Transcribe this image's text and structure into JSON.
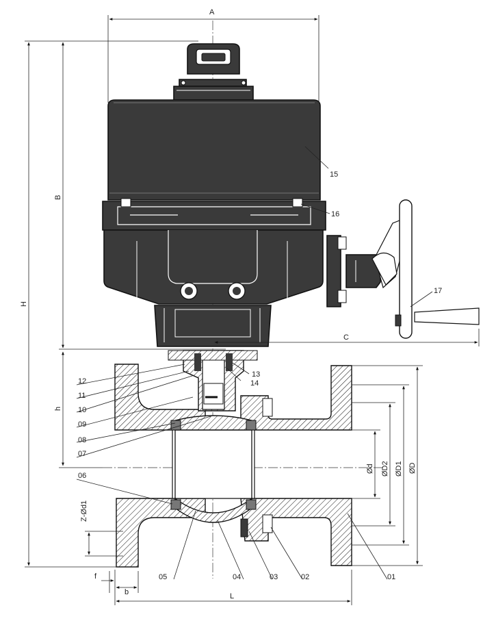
{
  "dimensions": {
    "A": "A",
    "B": "B",
    "C": "C",
    "H": "H",
    "h": "h",
    "L": "L",
    "f": "f",
    "b": "b",
    "d": "Ød",
    "D": "ØD",
    "D1": "ØD1",
    "D2": "ØD2",
    "Zd1": "Z-Ød1"
  },
  "parts": [
    "01",
    "02",
    "03",
    "04",
    "05",
    "06",
    "07",
    "08",
    "09",
    "10",
    "11",
    "12",
    "13",
    "14",
    "15",
    "16",
    "17"
  ],
  "colors": {
    "actuator": "#3a3a3a",
    "line": "#111111",
    "hatch": "#111111",
    "background": "#ffffff"
  }
}
